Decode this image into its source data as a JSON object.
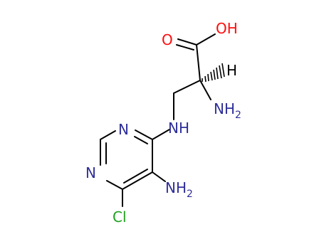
{
  "molecule": {
    "colors": {
      "carbon_bond": "#000000",
      "nitrogen": "#2f2f9a",
      "oxygen": "#ff0d0d",
      "chlorine": "#1fa01f",
      "hydrogen": "#000000"
    },
    "atoms": {
      "oh": {
        "main": "OH",
        "sub": ""
      },
      "o_carbonyl": {
        "main": "O",
        "sub": ""
      },
      "h_chiral": {
        "main": "H",
        "sub": ""
      },
      "nh2_alpha": {
        "main": "NH",
        "sub": "2"
      },
      "nh_link": {
        "main": "N",
        "sub": "H"
      },
      "n_ring_top": {
        "main": "N",
        "sub": ""
      },
      "n_ring_left": {
        "main": "N",
        "sub": ""
      },
      "nh2_ring": {
        "main": "NH",
        "sub": "2"
      },
      "cl": {
        "main": "Cl",
        "sub": ""
      }
    }
  }
}
